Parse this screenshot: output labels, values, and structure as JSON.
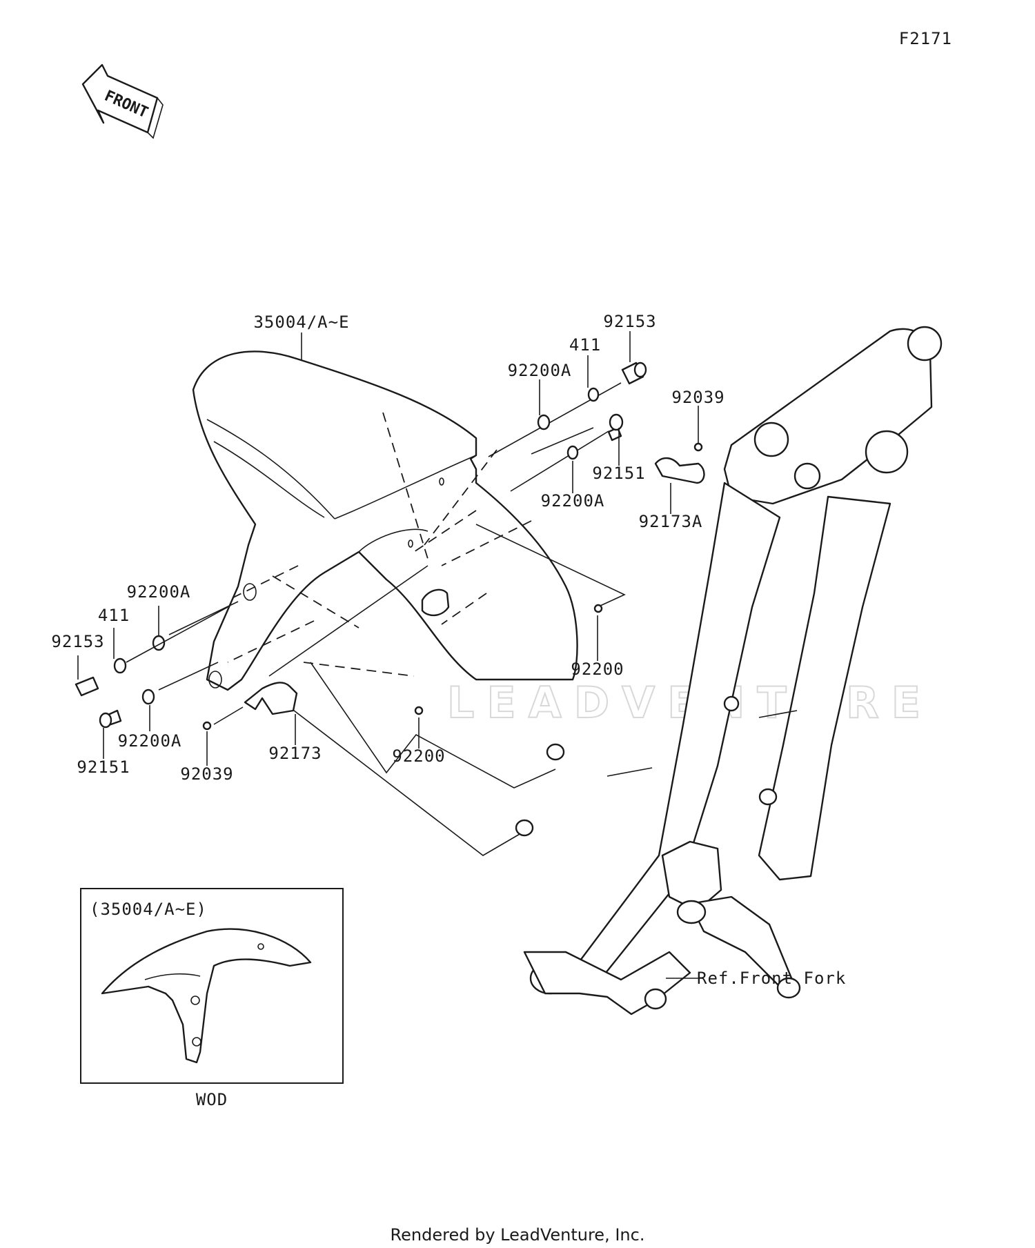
{
  "diagram": {
    "figure_id": "F2171",
    "direction_label": "FRONT",
    "footer": "Rendered by LeadVenture, Inc.",
    "watermark": "LEADVENTURE",
    "callouts": {
      "fender": "35004/A~E",
      "bolt_top_right": "92153",
      "washer_top_right": "411",
      "washer_a_top": "92200A",
      "screw_top_right": "92151",
      "washer_a_mid": "92200A",
      "screw_clamp_right": "92039",
      "clamp_right": "92173A",
      "grommet_right": "92200",
      "washer_a_left_top": "92200A",
      "washer_left": "411",
      "bolt_left": "92153",
      "screw_left": "92151",
      "washer_a_left_bottom": "92200A",
      "screw_clamp_left": "92039",
      "clamp_left": "92173",
      "grommet_center": "92200",
      "front_fork_ref": "Ref.Front Fork"
    },
    "inset": {
      "title": "(35004/A~E)",
      "caption": "WOD"
    }
  }
}
